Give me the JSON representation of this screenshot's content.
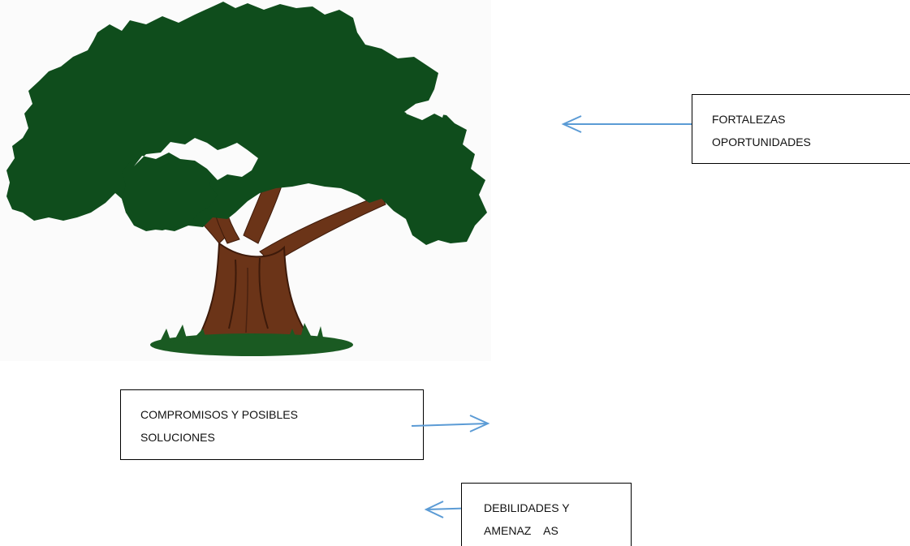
{
  "diagram": {
    "colors": {
      "foliage": "#0f4d1c",
      "trunk": "#6b3418",
      "trunk_dark": "#3d1a0a",
      "grass": "#1a5a22",
      "arrow": "#5b9bd5",
      "box_border": "#000000"
    },
    "icons": {
      "tree": "tree-illustration",
      "arrow_top": "arrow-left-icon",
      "arrow_mid": "arrow-right-icon",
      "arrow_bottom": "arrow-left-icon"
    },
    "boxes": {
      "top": {
        "line1": "FORTALEZAS",
        "line2": "OPORTUNIDADES"
      },
      "middle": {
        "line1": "COMPROMISOS Y POSIBLES",
        "line2": "SOLUCIONES"
      },
      "bottom": {
        "line1": "DEBILIDADES Y",
        "line2": "AMENAZ    AS"
      }
    }
  }
}
